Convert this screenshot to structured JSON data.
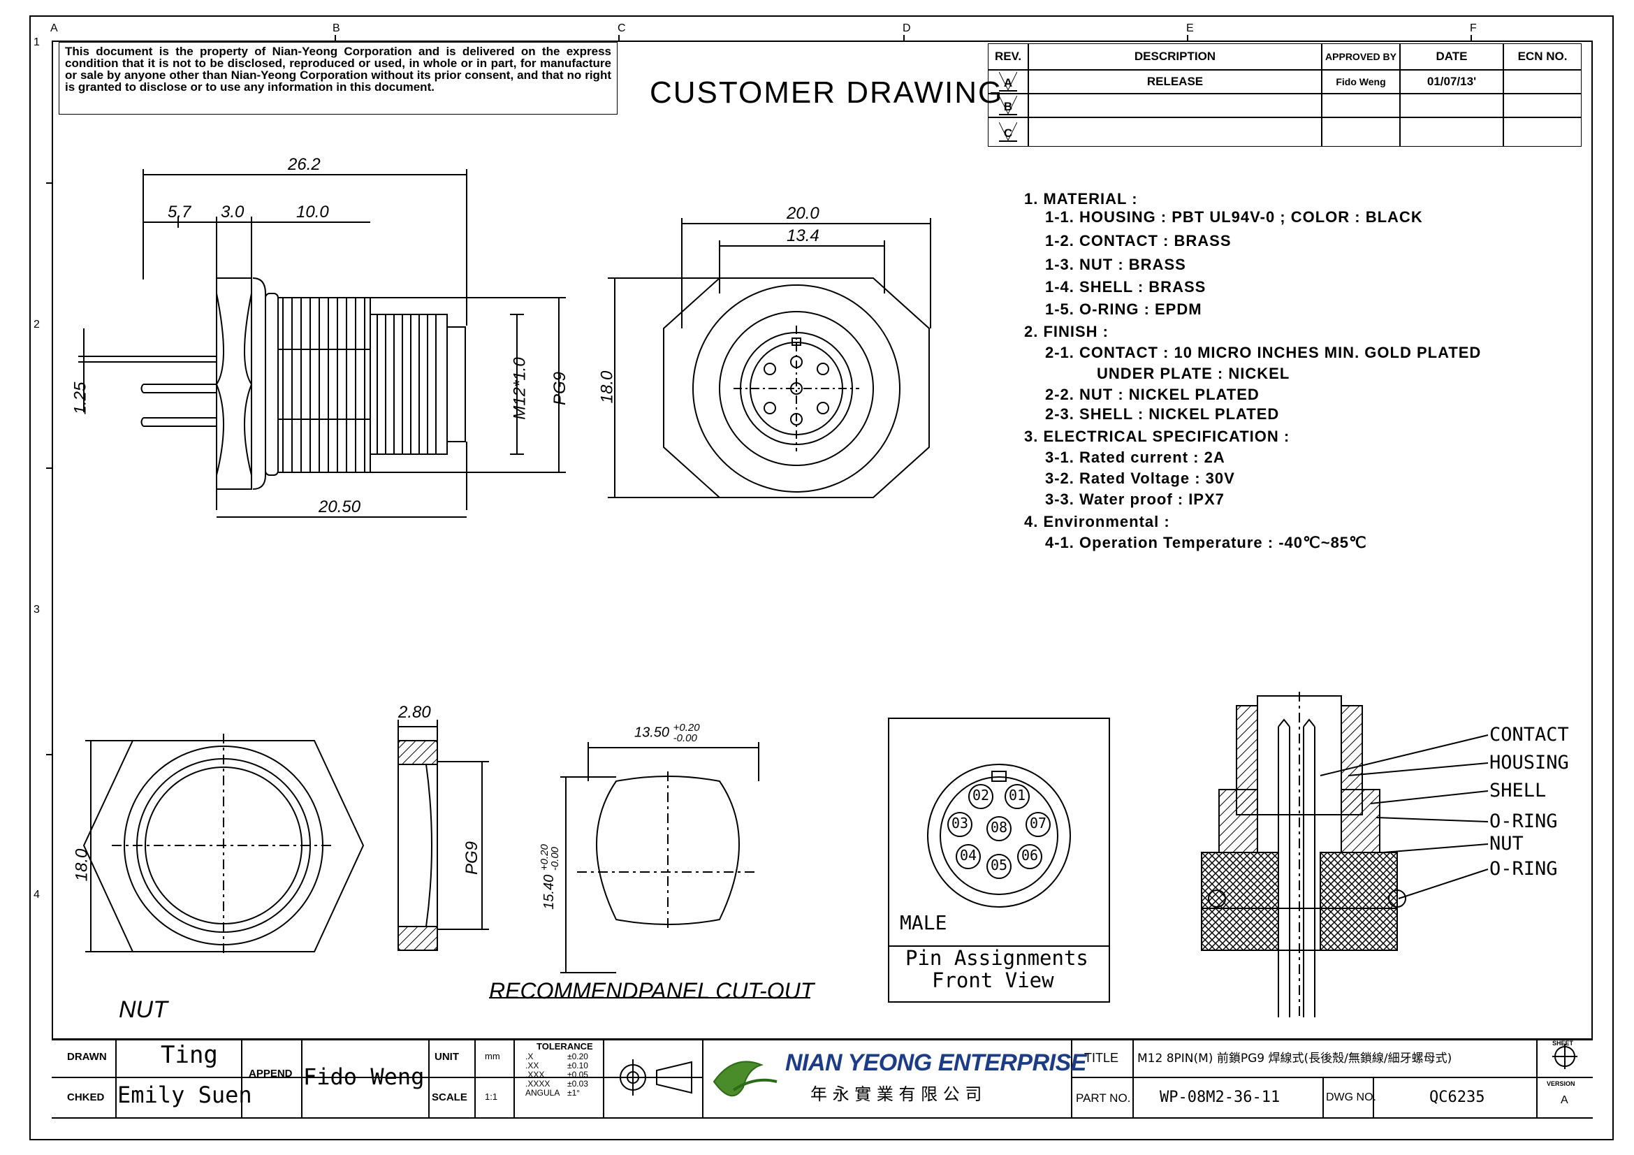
{
  "disclaimer": "This document is the property of Nian-Yeong Corporation and is delivered on the express condition that it is not to be disclosed, reproduced or used, in whole or in part, for manufacture or sale by anyone other than Nian-Yeong Corporation without its prior consent, and that no right is granted to disclose or to use any information in this document.",
  "title": "CUSTOMER DRAWING",
  "zones": {
    "cols": [
      "A",
      "B",
      "C",
      "D",
      "E",
      "F"
    ],
    "rows": [
      "1",
      "2",
      "3",
      "4"
    ]
  },
  "revision_table": {
    "headers": [
      "REV.",
      "DESCRIPTION",
      "APPROVED BY",
      "DATE",
      "ECN NO."
    ],
    "rows": [
      {
        "rev": "A",
        "description": "RELEASE",
        "approved": "Fido Weng",
        "date": "01/07/13'",
        "ecn": ""
      },
      {
        "rev": "B",
        "description": "",
        "approved": "",
        "date": "",
        "ecn": ""
      },
      {
        "rev": "C",
        "description": "",
        "approved": "",
        "date": "",
        "ecn": ""
      }
    ]
  },
  "notes": [
    "1. MATERIAL :",
    "1-1. HOUSING : PBT UL94V-0 ; COLOR : BLACK",
    "1-2. CONTACT : BRASS",
    "1-3. NUT : BRASS",
    "1-4. SHELL : BRASS",
    "1-5. O-RING : EPDM",
    "2. FINISH :",
    "2-1. CONTACT : 10 MICRO INCHES MIN. GOLD PLATED",
    "UNDER PLATE : NICKEL",
    "2-2. NUT : NICKEL PLATED",
    "2-3. SHELL : NICKEL PLATED",
    "3. ELECTRICAL SPECIFICATION :",
    "3-1. Rated current : 2A",
    "3-2. Rated Voltage : 30V",
    "3-3. Water proof : IPX7",
    "4. Environmental :",
    "4-1. Operation Temperature : -40℃~85℃"
  ],
  "dimensions": {
    "side_total": "26.2",
    "side_a": "5.7",
    "side_b": "3.0",
    "side_c": "10.0",
    "side_pin": "1.25",
    "side_m12": "M12*1.0",
    "side_pg9": "PG9",
    "side_bottom": "20.50",
    "front_w": "20.0",
    "front_inner": "13.4",
    "front_h": "18.0",
    "nut_h": "18.0",
    "nut_t": "2.80",
    "nut_pg9": "PG9",
    "cut_w": "13.50",
    "cut_w_tol_top": "+0.20",
    "cut_w_tol_bot": "-0.00",
    "cut_h": "15.40",
    "cut_h_tol_top": "+0.20",
    "cut_h_tol_bot": "-0.00"
  },
  "labels": {
    "nut": "NUT",
    "cutout": "RECOMMENDPANEL CUT-OUT",
    "male": "MALE",
    "pin_assign_1": "Pin Assignments",
    "pin_assign_2": "Front View",
    "pins": [
      "01",
      "02",
      "03",
      "04",
      "05",
      "06",
      "07",
      "08"
    ],
    "callouts": [
      "CONTACT",
      "HOUSING",
      "SHELL",
      "O-RING",
      "NUT",
      "O-RING"
    ]
  },
  "title_block": {
    "drawn_label": "DRAWN",
    "drawn": "Ting",
    "checked_label": "CHKED",
    "checked": "Emily Suen",
    "append_label": "APPEND",
    "append": "Fido Weng",
    "unit_label": "UNIT",
    "unit": "mm",
    "scale_label": "SCALE",
    "scale": "1:1",
    "tolerance_label": "TOLERANCE",
    "tolerances": [
      {
        "k": ".X",
        "v": "±0.20"
      },
      {
        "k": ".XX",
        "v": "±0.10"
      },
      {
        "k": ".XXX",
        "v": "±0.05"
      },
      {
        "k": ".XXXX",
        "v": "±0.03"
      },
      {
        "k": "ANGULA",
        "v": "±1°"
      }
    ],
    "company": "NIAN YEONG ENTERPRISE",
    "company_cn": "年 永 實 業 有 限 公 司",
    "title_label": "TITLE",
    "title": "M12 8PIN(M) 前鎖PG9 焊線式(長後殼/無鎖線/細牙螺母式)",
    "part_label": "PART NO.",
    "part_no": "WP-08M2-36-11",
    "dwg_label": "DWG NO.",
    "dwg_no": "QC6235",
    "sheet_label": "SHEET",
    "version_label": "VERSION",
    "version": "A"
  }
}
